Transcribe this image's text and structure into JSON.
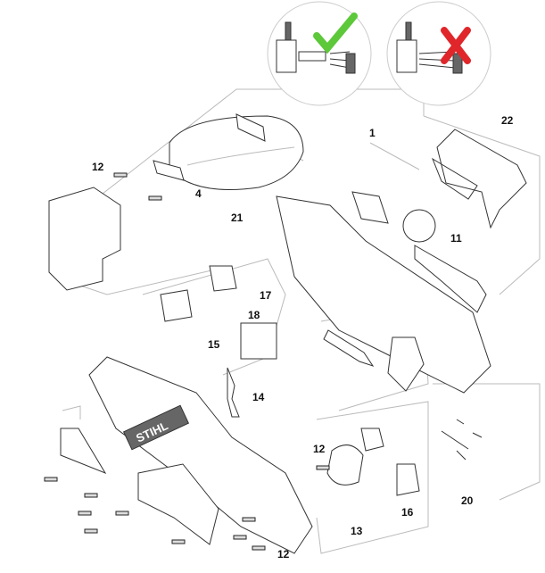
{
  "title": "Exploded parts diagram",
  "brand_text": "STIHL",
  "indicators": {
    "correct_color": "#5cc83a",
    "wrong_color": "#e0262a"
  },
  "labels": {
    "p1": "1",
    "p4": "4",
    "p11": "11",
    "p12a": "12",
    "p12b": "12",
    "p12c": "12",
    "p13": "13",
    "p14": "14",
    "p15": "15",
    "p16": "16",
    "p17": "17",
    "p18": "18",
    "p20": "20",
    "p21": "21",
    "p22": "22"
  }
}
